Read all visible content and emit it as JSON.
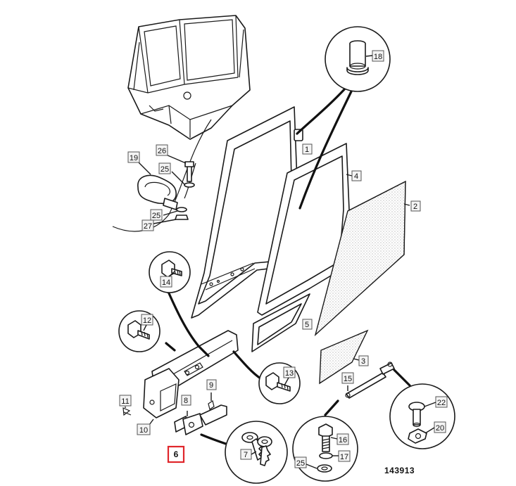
{
  "callouts": {
    "c1": "1",
    "c2": "2",
    "c3": "3",
    "c4": "4",
    "c5": "5",
    "c6": "6",
    "c7": "7",
    "c8": "8",
    "c9": "9",
    "c10": "10",
    "c11": "11",
    "c12": "12",
    "c13": "13",
    "c14": "14",
    "c15": "15",
    "c16": "16",
    "c17": "17",
    "c18": "18",
    "c19": "19",
    "c20": "20",
    "c22": "22",
    "c25a": "25",
    "c25b": "25",
    "c25c": "25",
    "c26": "26",
    "c27": "27"
  },
  "highlighted_callout": "6",
  "drawing_number": "143913",
  "colors": {
    "highlight": "#e0262b",
    "line": "#1a1a1a"
  }
}
